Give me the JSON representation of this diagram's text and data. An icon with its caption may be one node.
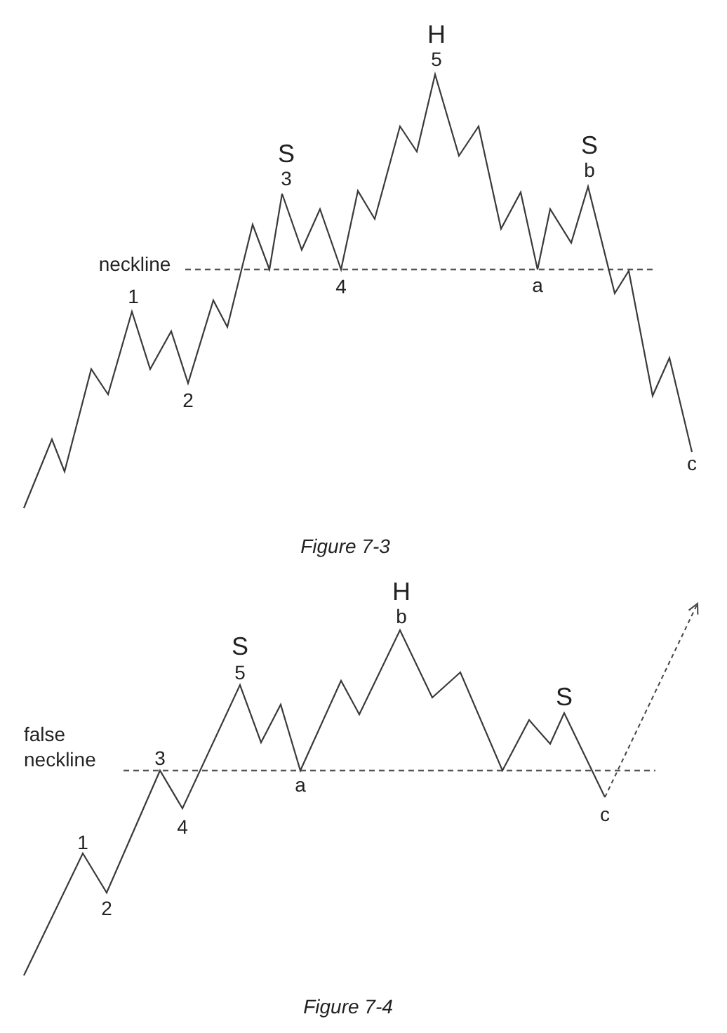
{
  "diagram": {
    "labels": [
      "H",
      "5",
      "S",
      "3",
      "S",
      "b",
      "neckline",
      "1",
      "4",
      "a",
      "2",
      "c",
      "Figure 7-3",
      "H",
      "b",
      "S",
      "5",
      "S",
      "false neckline",
      "3",
      "a",
      "c",
      "4",
      "1",
      "2",
      "Figure 7-4"
    ]
  }
}
